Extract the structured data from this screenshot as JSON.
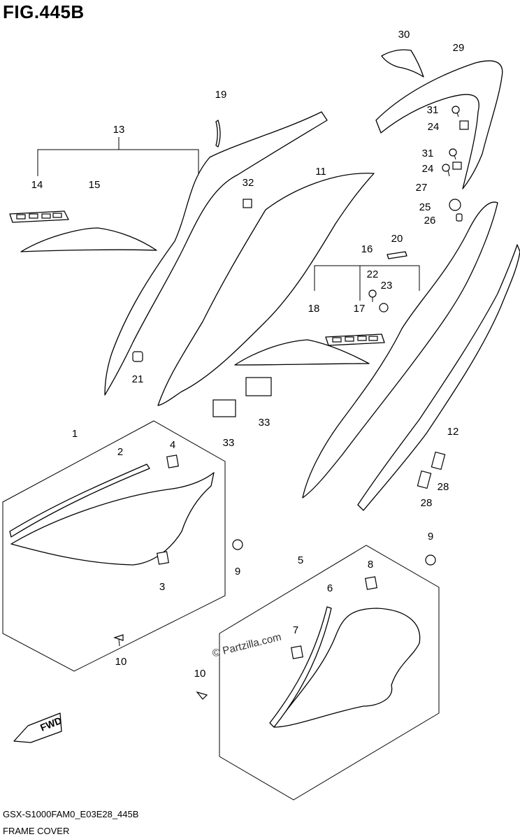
{
  "header": {
    "figure_title": "FIG.445B"
  },
  "footer": {
    "diagram_code": "GSX-S1000FAM0_E03E28_445B",
    "diagram_name": "FRAME COVER"
  },
  "watermark": {
    "text": "© Partzilla.com"
  },
  "badge": {
    "text": "FWD"
  },
  "callouts": [
    "1",
    "2",
    "3",
    "4",
    "5",
    "6",
    "7",
    "8",
    "9",
    "9",
    "10",
    "10",
    "11",
    "12",
    "13",
    "14",
    "15",
    "16",
    "17",
    "18",
    "19",
    "20",
    "21",
    "22",
    "23",
    "24",
    "24",
    "25",
    "26",
    "27",
    "28",
    "28",
    "29",
    "30",
    "31",
    "31",
    "32",
    "33",
    "33"
  ]
}
